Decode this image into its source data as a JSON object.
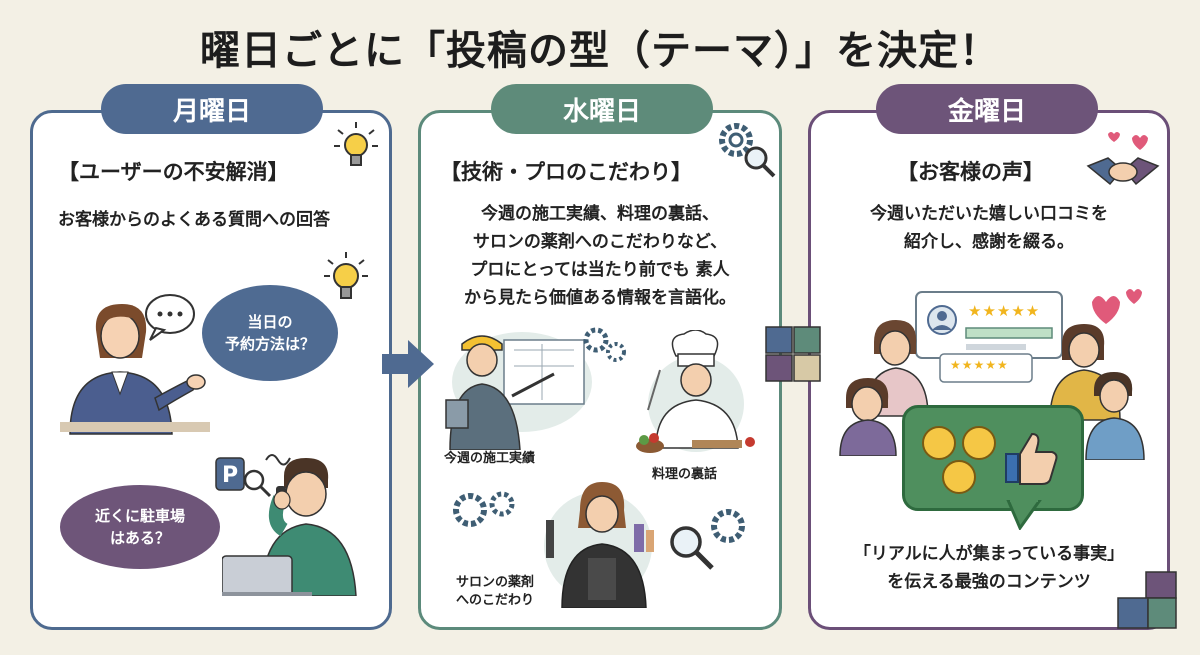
{
  "title": "曜日ごとに「投稿の型（テーマ）」を決定！",
  "colors": {
    "monday": "#4f6a91",
    "wednesday": "#5e8b7a",
    "friday": "#6d5479",
    "background": "#f3f0e5"
  },
  "monday": {
    "day": "月曜日",
    "theme": "【ユーザーの不安解消】",
    "subtitle": "お客様からのよくある質問への回答",
    "bubble1": [
      "当日の",
      "予約方法は？"
    ],
    "bubble2": [
      "近くに駐車場",
      "はある？"
    ],
    "parking_sign": "P",
    "thinking": "…"
  },
  "wednesday": {
    "day": "水曜日",
    "theme": "【技術・プロのこだわり】",
    "description": [
      "今週の施工実績、料理の裏話、",
      "サロンの薬剤へのこだわりなど、",
      "プロにとっては当たり前でも 素人",
      "から見たら価値ある情報を言語化。"
    ],
    "label_construction": "今週の施工実績",
    "label_cooking": "料理の裏話",
    "label_salon": [
      "サロンの薬剤",
      "へのこだわり"
    ]
  },
  "friday": {
    "day": "金曜日",
    "theme": "【お客様の声】",
    "description": [
      "今週いただいた嬉しい口コミを",
      "紹介し、感謝を綴る。"
    ],
    "conclusion": [
      "「リアルに人が集まっている事実」",
      "を伝える最強のコンテンツ"
    ],
    "stars": "★★★★★"
  }
}
